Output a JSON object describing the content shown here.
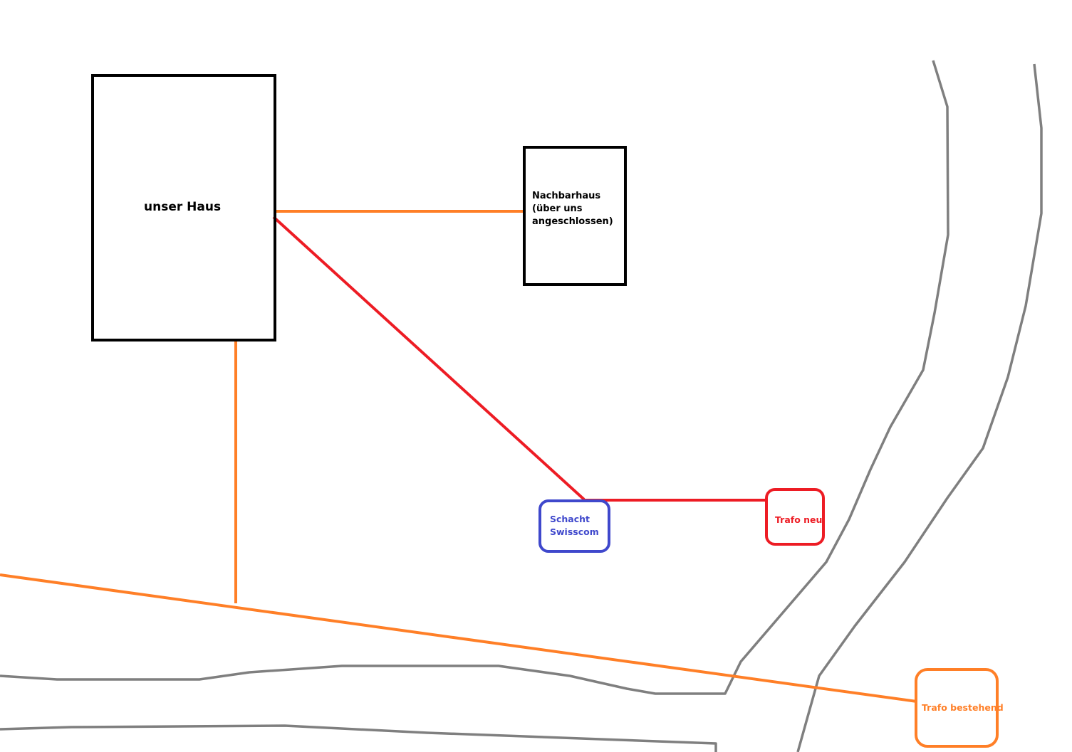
{
  "colors": {
    "orange": "#ff7f27",
    "red": "#ed1c24",
    "blue": "#3f48cc",
    "gray": "#7f7f7f",
    "black": "#000000"
  },
  "nodes": {
    "our_house": "unser Haus",
    "neighbor_house": [
      "Nachbarhaus",
      "(über uns",
      "angeschlossen)"
    ],
    "shaft": [
      "Schacht",
      "Swisscom"
    ],
    "trafo_new": "Trafo neu",
    "trafo_existing": "Trafo bestehend"
  }
}
